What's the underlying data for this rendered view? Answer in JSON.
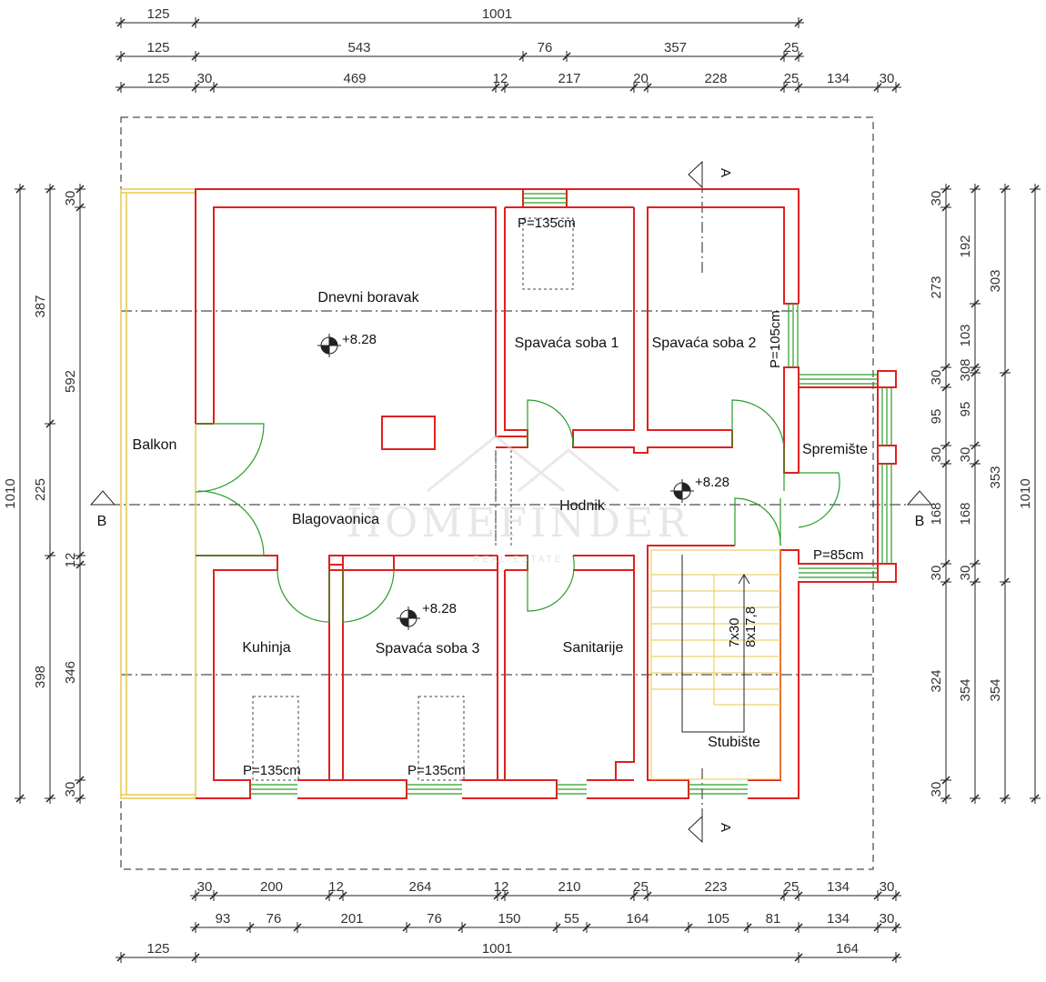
{
  "rooms": {
    "dnevni": "Dnevni boravak",
    "spavaca1": "Spavaća soba 1",
    "spavaca2": "Spavaća soba 2",
    "balkon": "Balkon",
    "blagovaonica": "Blagovaonica",
    "hodnik": "Hodnik",
    "spremiste": "Spremište",
    "kuhinja": "Kuhinja",
    "spavaca3": "Spavaća soba 3",
    "sanitarije": "Sanitarije",
    "stubiste": "Stubište"
  },
  "annotations": {
    "p135_top": "P=135cm",
    "p105": "P=105cm",
    "p85": "P=85cm",
    "p135_kuhinja": "P=135cm",
    "p135_spavaca3": "P=135cm",
    "level_1": "+8.28",
    "level_2": "+8.28",
    "level_3": "+8.28",
    "stairs_a": "7x30",
    "stairs_b": "8x17,8",
    "section_a_top": "A",
    "section_a_bottom": "A",
    "section_b_left": "B",
    "section_b_right": "B"
  },
  "watermark": {
    "brand": "HOMEFINDER",
    "sub": "REAL ESTATE"
  },
  "dimensions": {
    "top_row1": [
      "125",
      "1001"
    ],
    "top_row2": [
      "125",
      "543",
      "76",
      "357",
      "25"
    ],
    "top_row3": [
      "125",
      "30",
      "469",
      "12",
      "217",
      "20",
      "228",
      "25",
      "134",
      "30"
    ],
    "bottom_row1": [
      "30",
      "200",
      "12",
      "264",
      "12",
      "210",
      "25",
      "223",
      "25",
      "134",
      "30"
    ],
    "bottom_row2": [
      "93",
      "76",
      "201",
      "76",
      "150",
      "55",
      "164",
      "105",
      "81",
      "134",
      "30"
    ],
    "bottom_row3": [
      "125",
      "1001",
      "164"
    ],
    "left_col1": [
      "1010"
    ],
    "left_col2": [
      "387",
      "225",
      "398"
    ],
    "left_col3": [
      "30",
      "592",
      "12",
      "346",
      "30"
    ],
    "right_col1": [
      "30",
      "273",
      "30",
      "95",
      "30",
      "168",
      "30",
      "324",
      "30"
    ],
    "right_col2": [
      "192",
      "103",
      "308",
      "95",
      "30",
      "168",
      "30",
      "354"
    ],
    "right_col3": [
      "303",
      "353",
      "354"
    ],
    "right_col4": [
      "1010"
    ]
  },
  "colors": {
    "wall": "#e02020",
    "door": "#2a9d2a",
    "window": "#2a9d2a",
    "balcony": "#e8c84a",
    "dim": "#222222"
  }
}
